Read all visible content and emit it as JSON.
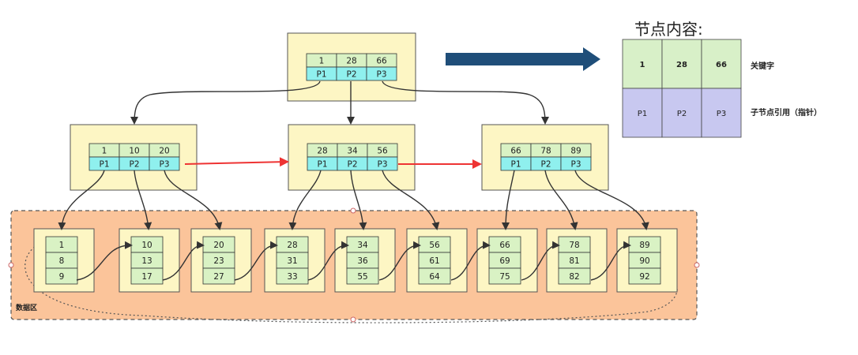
{
  "legend": {
    "title": "节点内容:",
    "keys": [
      "1",
      "28",
      "66"
    ],
    "pointers": [
      "P1",
      "P2",
      "P3"
    ],
    "key_label": "关键字",
    "pointer_label": "子节点引用（指针）"
  },
  "data_area_label": "数据区",
  "root": {
    "keys": [
      "1",
      "28",
      "66"
    ],
    "pointers": [
      "P1",
      "P2",
      "P3"
    ]
  },
  "internal": [
    {
      "keys": [
        "1",
        "10",
        "20"
      ],
      "pointers": [
        "P1",
        "P2",
        "P3"
      ]
    },
    {
      "keys": [
        "28",
        "34",
        "56"
      ],
      "pointers": [
        "P1",
        "P2",
        "P3"
      ]
    },
    {
      "keys": [
        "66",
        "78",
        "89"
      ],
      "pointers": [
        "P1",
        "P2",
        "P3"
      ]
    }
  ],
  "leaves": [
    [
      "1",
      "8",
      "9"
    ],
    [
      "10",
      "13",
      "17"
    ],
    [
      "20",
      "23",
      "27"
    ],
    [
      "28",
      "31",
      "33"
    ],
    [
      "34",
      "36",
      "55"
    ],
    [
      "56",
      "61",
      "64"
    ],
    [
      "66",
      "69",
      "75"
    ],
    [
      "78",
      "81",
      "82"
    ],
    [
      "89",
      "90",
      "92"
    ]
  ],
  "colors": {
    "node_fill": "#fdf6c4",
    "key_cell": "#d9f2c4",
    "pointer_cell": "#8ff0ee",
    "legend_key": "#d8f0c8",
    "legend_pointer": "#c8c8f0",
    "data_area": "#fbc49a",
    "arrow_blue": "#1f4e79",
    "arrow_red": "#ee3333"
  }
}
